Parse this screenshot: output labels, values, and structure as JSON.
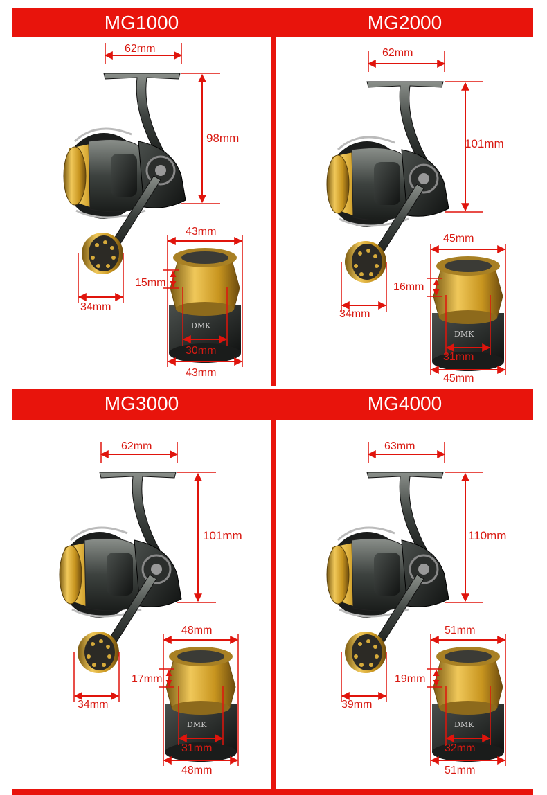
{
  "brand_color": "#e8140c",
  "models": [
    {
      "name": "MG1000",
      "handle_width": "62mm",
      "reel_height": "98mm",
      "knob_width": "34mm",
      "spool_top": "43mm",
      "spool_depth": "15mm",
      "spool_inner": "30mm",
      "spool_bottom": "43mm"
    },
    {
      "name": "MG2000",
      "handle_width": "62mm",
      "reel_height": "101mm",
      "knob_width": "34mm",
      "spool_top": "45mm",
      "spool_depth": "16mm",
      "spool_inner": "31mm",
      "spool_bottom": "45mm"
    },
    {
      "name": "MG3000",
      "handle_width": "62mm",
      "reel_height": "101mm",
      "knob_width": "34mm",
      "spool_top": "48mm",
      "spool_depth": "17mm",
      "spool_inner": "31mm",
      "spool_bottom": "48mm"
    },
    {
      "name": "MG4000",
      "handle_width": "63mm",
      "reel_height": "110mm",
      "knob_width": "39mm",
      "spool_top": "51mm",
      "spool_depth": "19mm",
      "spool_inner": "32mm",
      "spool_bottom": "51mm"
    }
  ],
  "spool_logo": "DMK"
}
